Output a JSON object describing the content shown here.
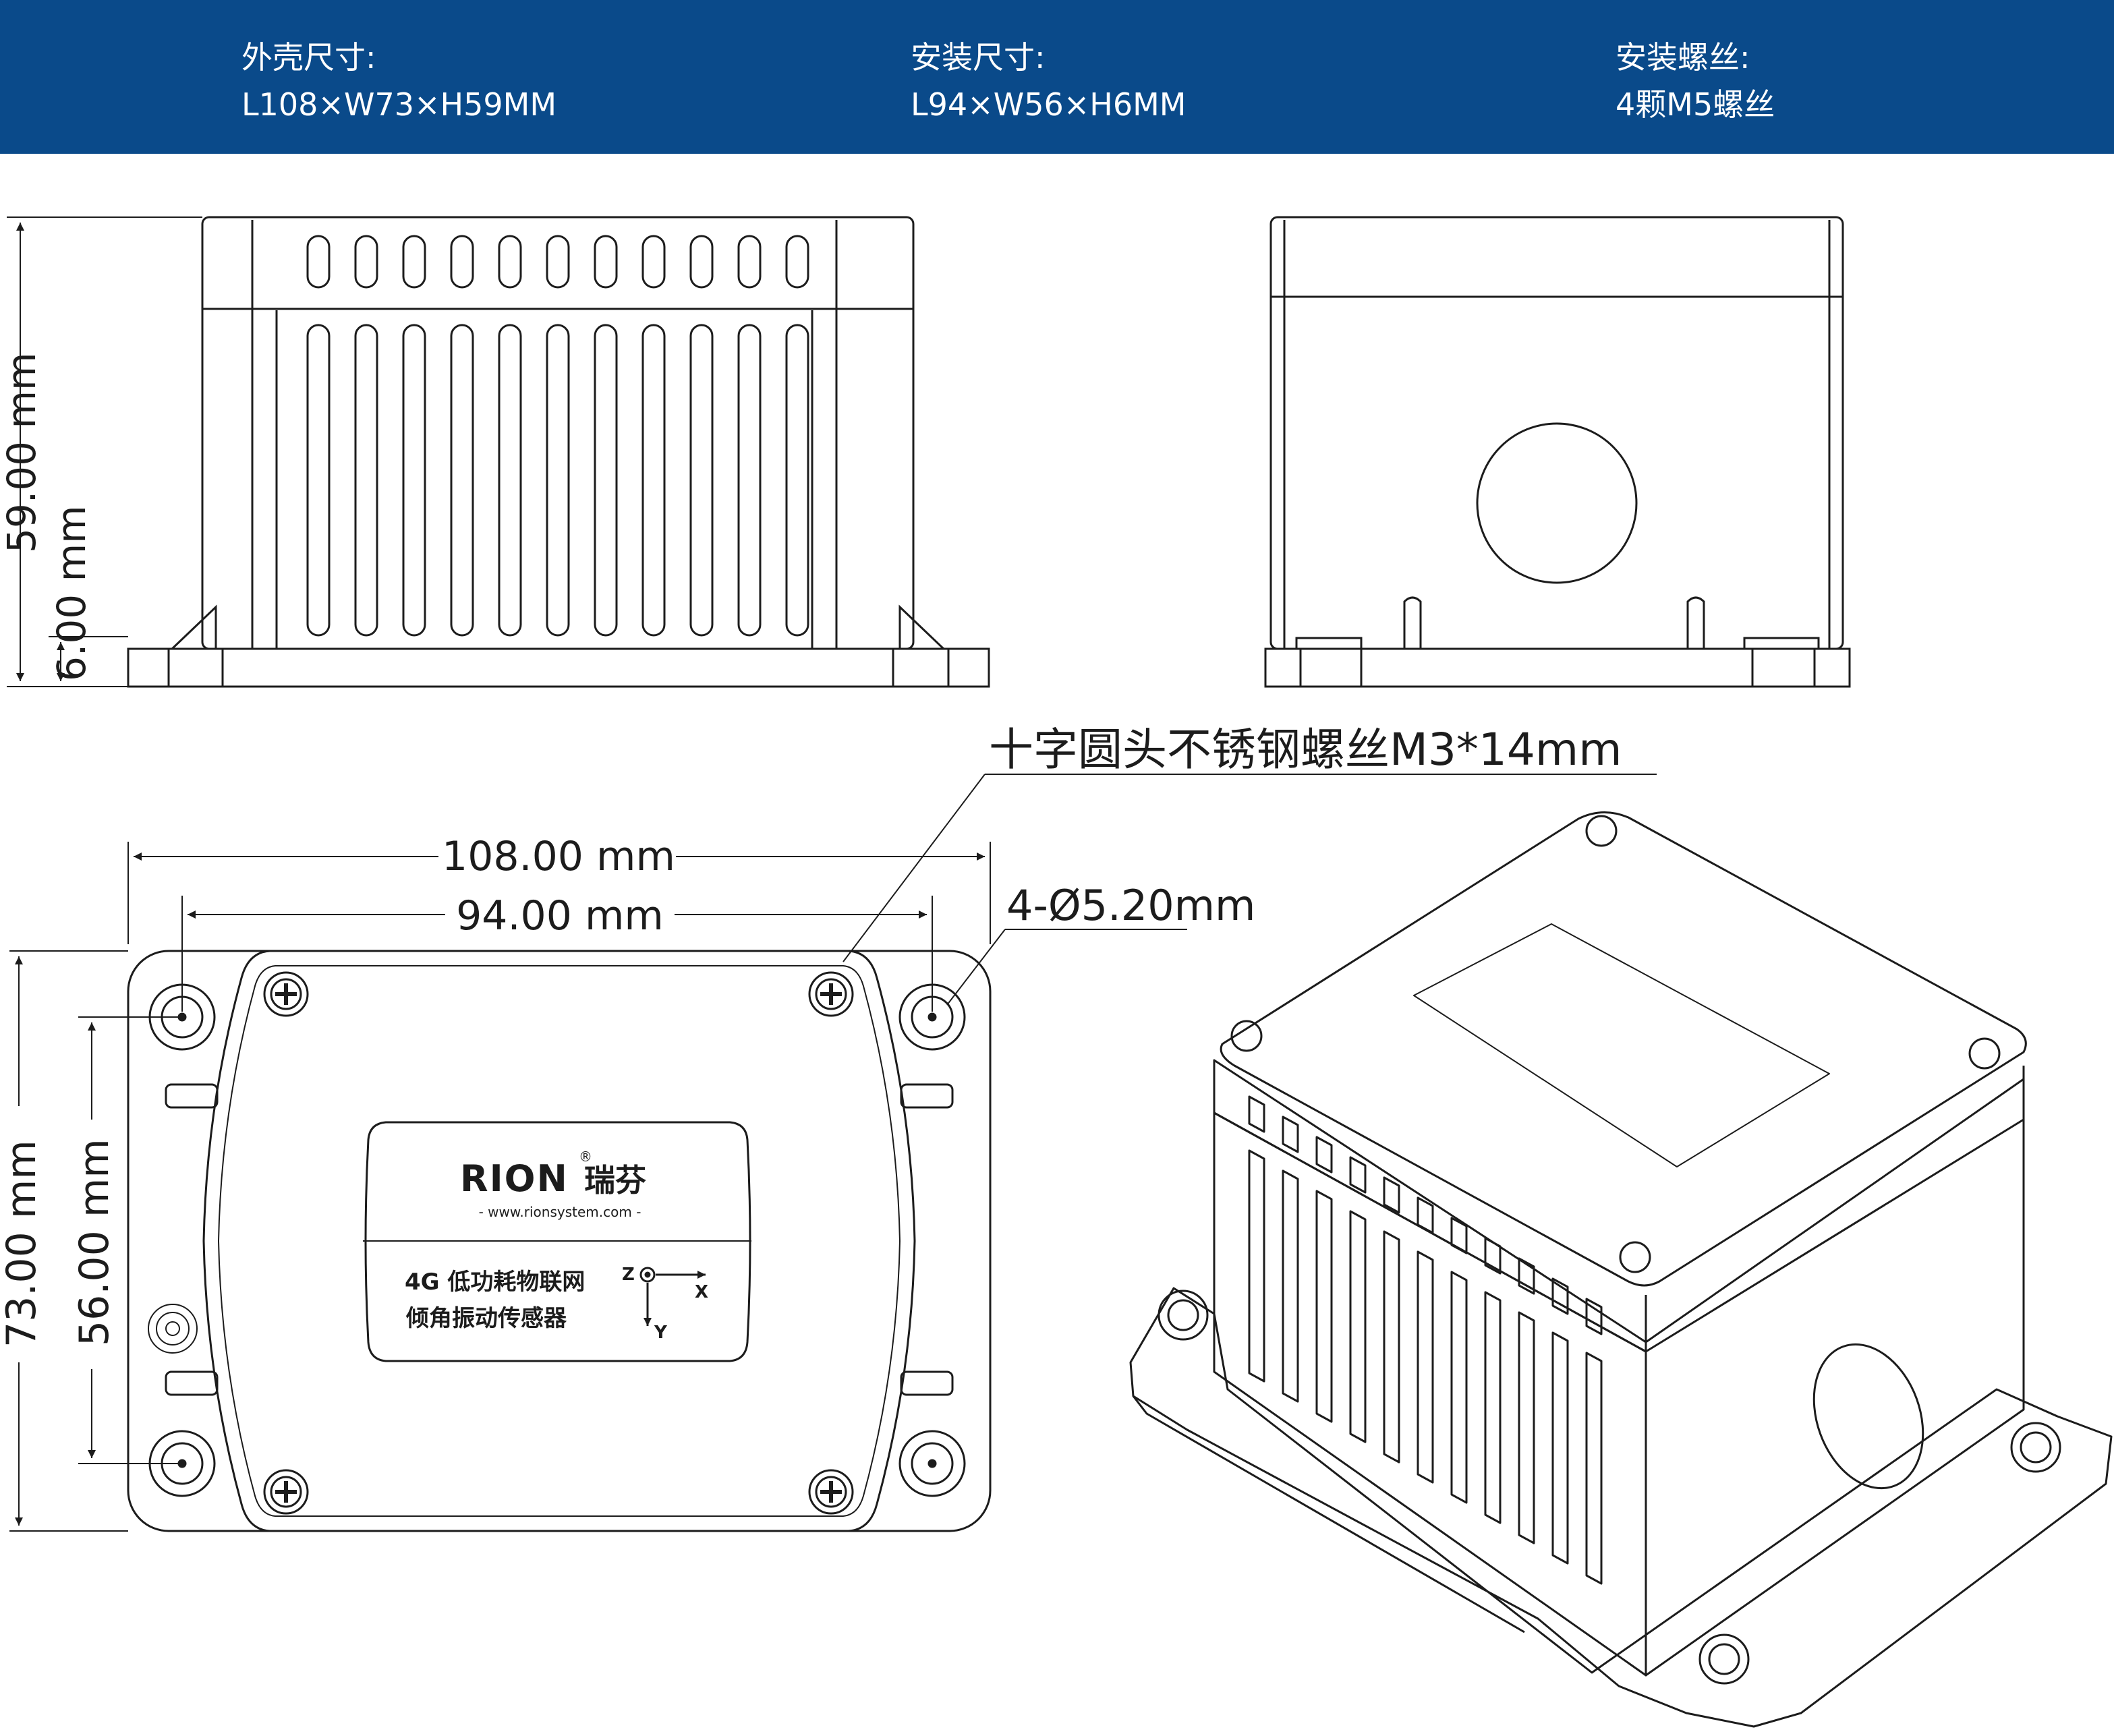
{
  "header": {
    "specs": [
      {
        "label": "外壳尺寸:",
        "value": "L108×W73×H59MM"
      },
      {
        "label": "安装尺寸:",
        "value": "L94×W56×H6MM"
      },
      {
        "label": "安装螺丝:",
        "value": "4颗M5螺丝"
      }
    ]
  },
  "front_view": {
    "height_total": "59.00 mm",
    "height_base": "6.00 mm"
  },
  "top_view": {
    "length_outer": "108.00 mm",
    "length_mount": "94.00 mm",
    "width_outer": "73.00 mm",
    "width_mount": "56.00 mm",
    "screw_callout": "十字圆头不锈钢螺丝M3*14mm",
    "hole_callout": "4-Ø5.20mm"
  },
  "label_plate": {
    "brand": "RION",
    "brand_cn": "瑞芬",
    "registered": "®",
    "url": "- www.rionsystem.com -",
    "product_line1": "4G 低功耗物联网",
    "product_line2": "倾角振动传感器",
    "axis_z": "Z",
    "axis_x": "X",
    "axis_y": "Y"
  },
  "colors": {
    "header_bg": "#0a4a8a",
    "line": "#1c1c1c"
  }
}
